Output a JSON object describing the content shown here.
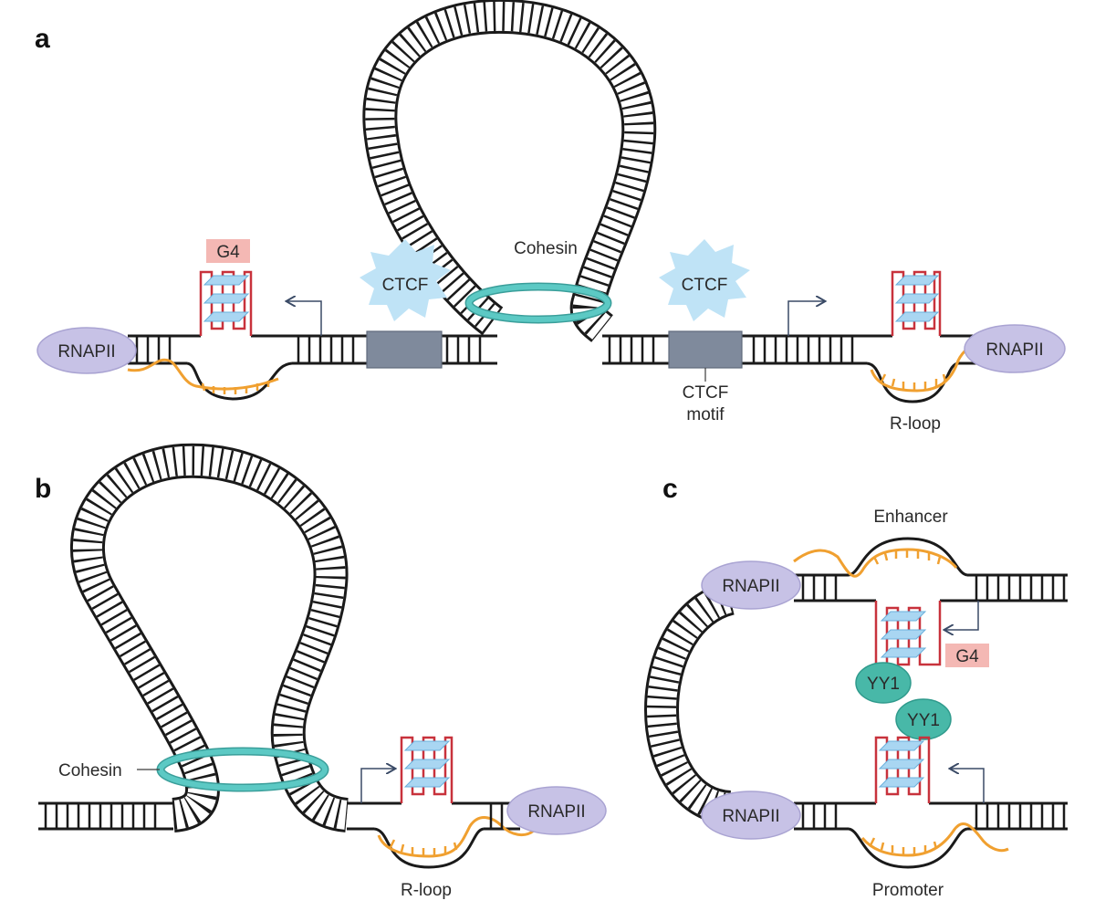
{
  "panels": {
    "a": {
      "letter": "a",
      "g4_label": "G4",
      "rnapii_left": "RNAPII",
      "ctcf_left": "CTCF",
      "cohesin": "Cohesin",
      "ctcf_right": "CTCF",
      "rnapii_right": "RNAPII",
      "ctcf_motif": "CTCF\nmotif",
      "rloop": "R-loop"
    },
    "b": {
      "letter": "b",
      "cohesin": "Cohesin",
      "rnapii": "RNAPII",
      "rloop": "R-loop"
    },
    "c": {
      "letter": "c",
      "enhancer": "Enhancer",
      "rnapii_top": "RNAPII",
      "g4_label": "G4",
      "yy1_top": "YY1",
      "yy1_bottom": "YY1",
      "rnapii_bottom": "RNAPII",
      "promoter": "Promoter"
    }
  },
  "colors": {
    "dna": "#1a1a1a",
    "rna": "#f0a030",
    "g4_strand": "#c8323c",
    "g4_tetrad": "#a9d6f2",
    "g4_label_bg": "#f4b8b4",
    "rnapii": "#c7c2e6",
    "ctcf": "#bfe3f6",
    "ctcf_motif": "#7f8a9c",
    "cohesin": "#5cc9c4",
    "yy1": "#48b8a8",
    "arrow": "#3a4a66"
  }
}
